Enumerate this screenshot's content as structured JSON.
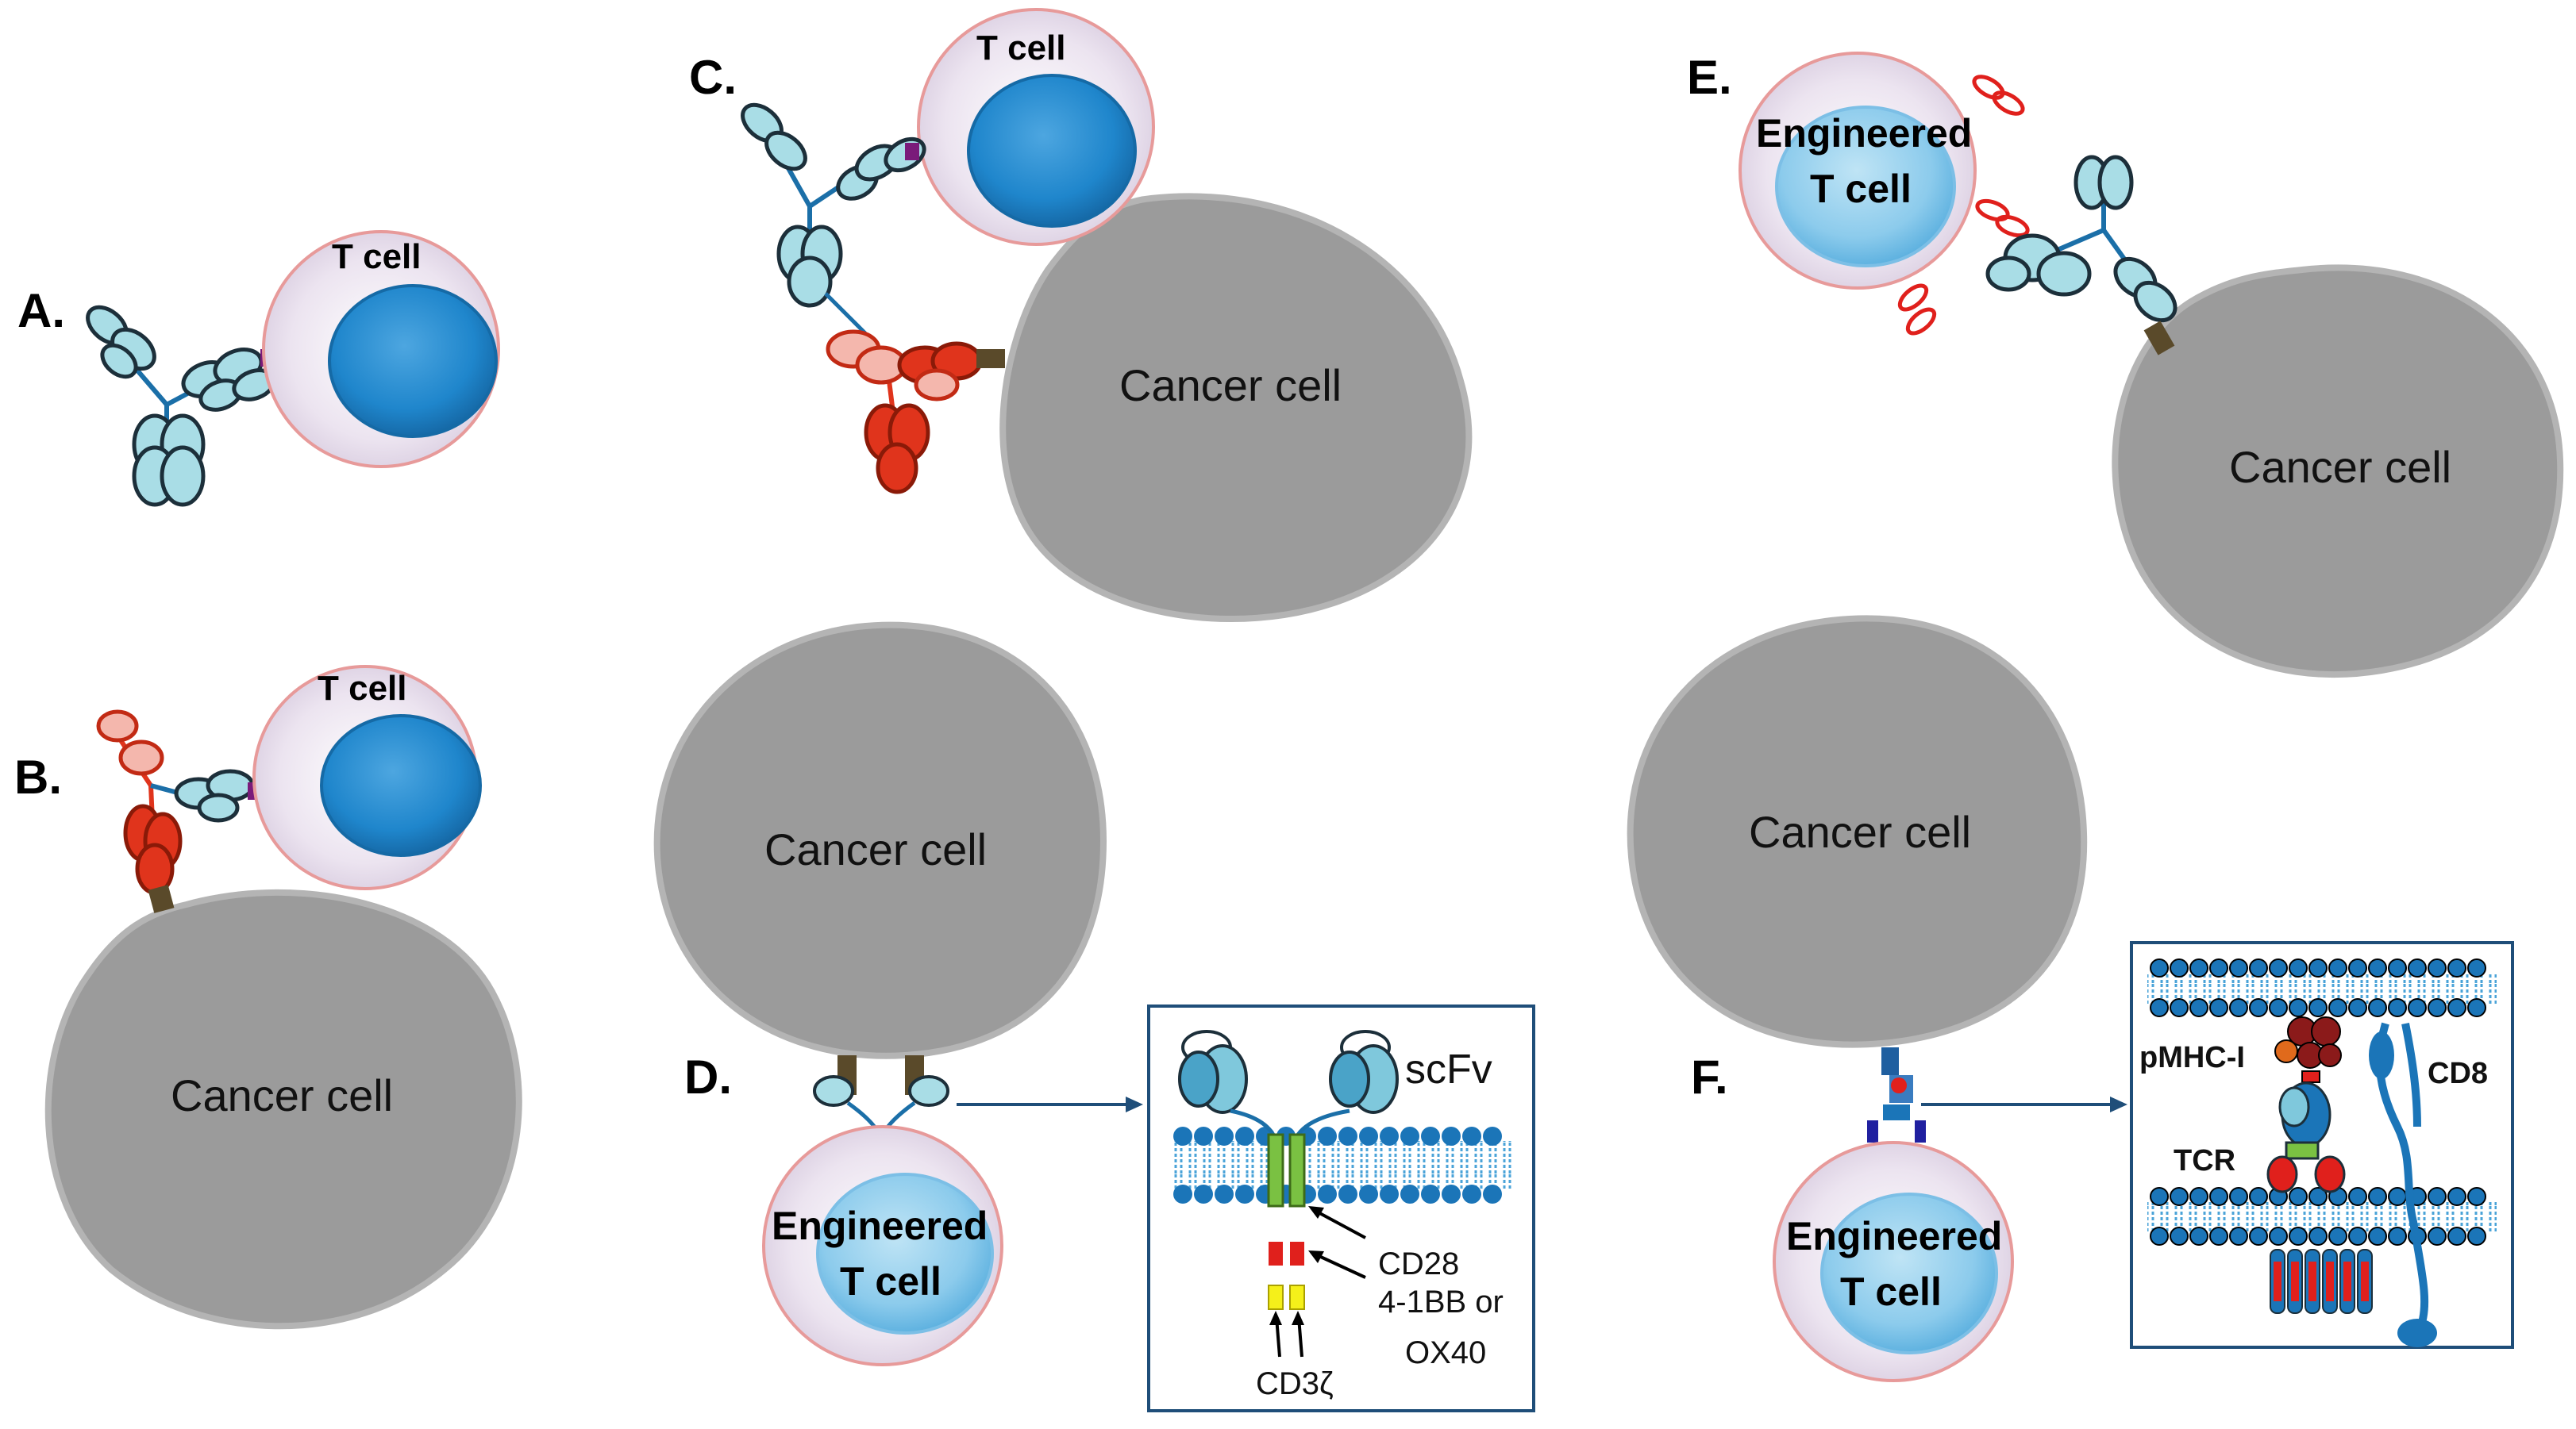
{
  "panels": {
    "A": {
      "letter": "A.",
      "tcell": "T cell"
    },
    "B": {
      "letter": "B.",
      "tcell": "T cell",
      "cancer": "Cancer cell"
    },
    "C": {
      "letter": "C.",
      "tcell": "T cell",
      "cancer": "Cancer cell"
    },
    "D": {
      "letter": "D.",
      "cancer": "Cancer cell",
      "eng_line1": "Engineered",
      "eng_line2": "T cell",
      "inset": {
        "scfv": "scFv",
        "cd28": "CD28",
        "bb": "4-1BB or",
        "ox40": "OX40",
        "cd3z": "CD3ζ"
      }
    },
    "E": {
      "letter": "E.",
      "eng_line1": "Engineered",
      "eng_line2": "T cell",
      "cancer": "Cancer cell"
    },
    "F": {
      "letter": "F.",
      "cancer": "Cancer cell",
      "eng_line1": "Engineered",
      "eng_line2": "T cell",
      "inset": {
        "pmhc": "pMHC-I",
        "cd8": "CD8",
        "tcr": "TCR"
      }
    }
  },
  "colors": {
    "cancer": "#9b9b9b",
    "nucleus": "#1f86cc",
    "antibody_blue": "#a9dde6",
    "antibody_red": "#e0341c",
    "anchor": "#5a4a2a",
    "membrane": "#1b75b8"
  }
}
